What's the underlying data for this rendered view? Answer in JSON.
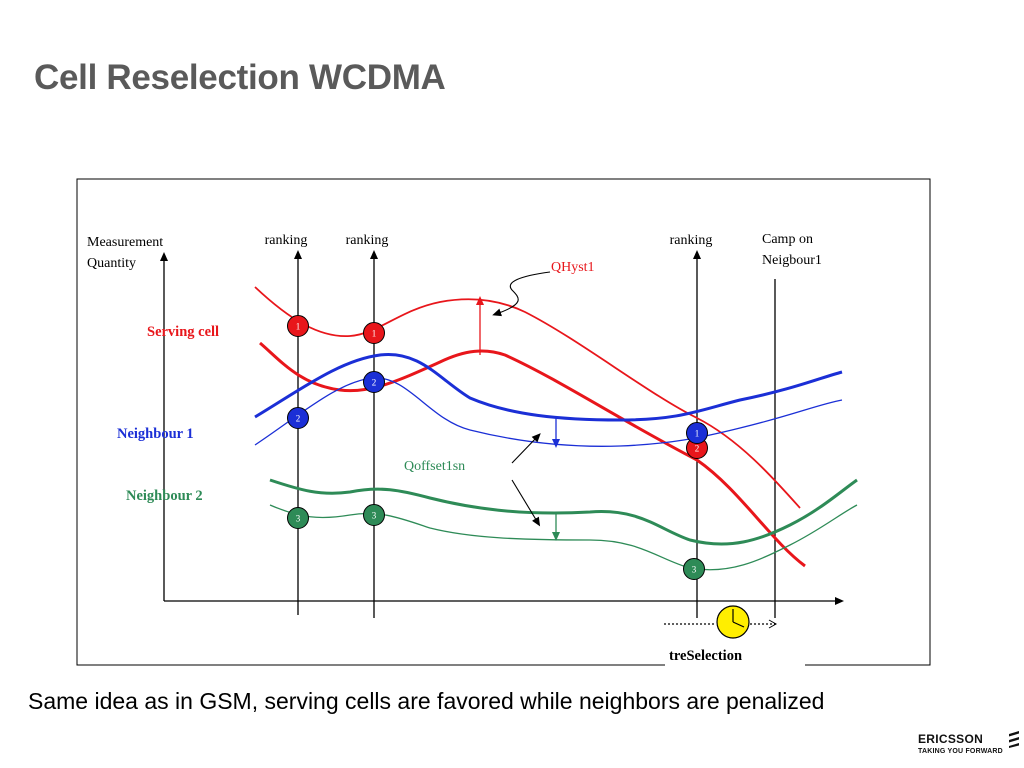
{
  "slide": {
    "title": "Cell Reselection WCDMA",
    "caption": "Same idea as in GSM, serving cells are favored while neighbors are penalized"
  },
  "logo": {
    "wordmark": "ERICSSON",
    "tagline": "TAKING YOU FORWARD"
  },
  "diagram": {
    "y_axis_label_line1": "Measurement",
    "y_axis_label_line2": "Quantity",
    "ranking_label_1": "ranking",
    "ranking_label_2": "ranking",
    "ranking_label_3": "ranking",
    "camp_label_line1": "Camp on",
    "camp_label_line2": "Neigbour1",
    "qhyst_label": "QHyst1",
    "qoffset_label": "Qoffset1sn",
    "treselection_label": "treSelection",
    "serving_cell_label": "Serving cell",
    "neighbour1_label": "Neighbour 1",
    "neighbour2_label": "Neighbour 2",
    "rank_badges": {
      "r1_serving": "1",
      "r1_neighbour1": "2",
      "r1_neighbour2": "3",
      "r2_serving": "1",
      "r2_neighbour1": "2",
      "r2_neighbour2": "3",
      "r3_neighbour1": "1",
      "r3_serving": "2",
      "r3_neighbour2": "3"
    },
    "colors": {
      "serving": "#e8161b",
      "neighbour1": "#1b2fd6",
      "neighbour2": "#2e8b57",
      "timer": "#ffee00"
    }
  }
}
